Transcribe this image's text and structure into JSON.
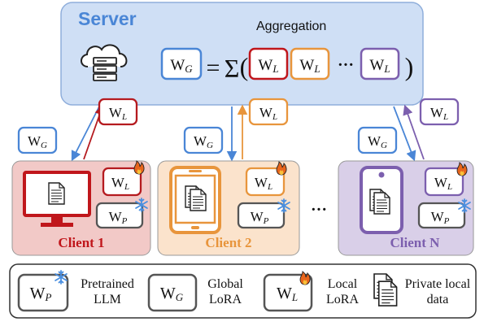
{
  "server": {
    "title": "Server",
    "aggregation_label": "Aggregation",
    "equals": "=",
    "sum": "Σ",
    "open_paren": "(",
    "close_paren": ")",
    "ellipsis": "···"
  },
  "weights": {
    "global": {
      "base": "W",
      "sub": "G"
    },
    "local": {
      "base": "W",
      "sub": "L"
    },
    "pretrained": {
      "base": "W",
      "sub": "P"
    }
  },
  "clients": [
    {
      "name": "Client 1",
      "color": "#c0161b",
      "fill": "#f2c9c7"
    },
    {
      "name": "Client 2",
      "color": "#e8953c",
      "fill": "#fbe3cc"
    },
    {
      "name": "Client N",
      "color": "#7c5fae",
      "fill": "#d9cfe8"
    }
  ],
  "clients_ellipsis": "···",
  "legend": {
    "pretrained": "Pretrained LLM",
    "global": "Global LoRA",
    "local": "Local LoRA",
    "private": "Private local data"
  },
  "colors": {
    "global_blue": "#4a86d6",
    "server_fill": "#cfdff5",
    "server_border": "#8faedb",
    "gray_border": "#555555",
    "snowflake": "#4a8fe0",
    "flame": "#e8651c"
  },
  "icons": [
    "cloud-server-icon",
    "monitor-icon",
    "tablet-icon",
    "phone-icon",
    "document-icon",
    "snowflake-icon",
    "flame-icon"
  ]
}
